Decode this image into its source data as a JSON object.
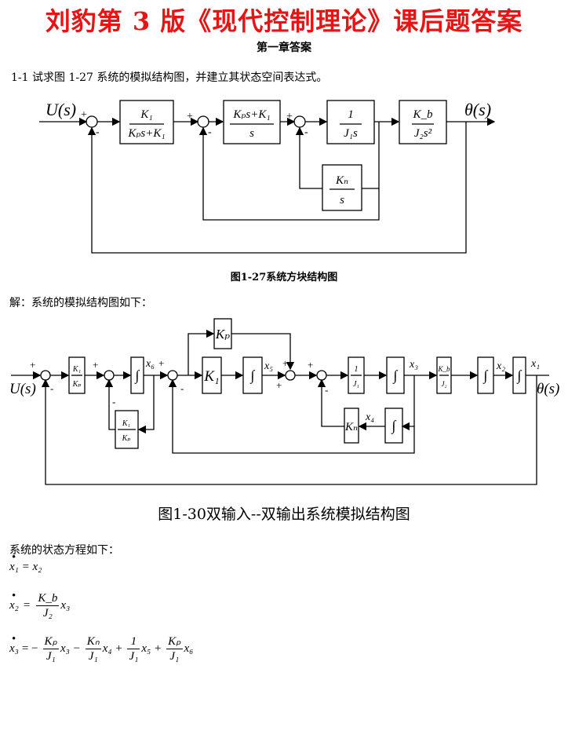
{
  "header": {
    "title": "刘豹第 3 版《现代控制理论》课后题答案",
    "chapter": "第一章答案"
  },
  "problem": {
    "text": "1-1  试求图 1-27 系统的模拟结构图，并建立其状态空间表达式。"
  },
  "fig127": {
    "input": "U(s)",
    "output": "θ(s)",
    "caption": "图1-27系统方块结构图",
    "sign_plus": "+",
    "sign_minus": "-",
    "b1_num": "K₁",
    "b1_den": "Kₚs+K₁",
    "b2_num": "Kₚs+K₁",
    "b2_den": "s",
    "b3_num": "1",
    "b3_den": "J₁s",
    "b4_num": "K_b",
    "b4_den": "J₂s²",
    "b5_num": "Kₙ",
    "b5_den": "s"
  },
  "solution": {
    "intro": "解：系统的模拟结构图如下："
  },
  "fig130": {
    "input": "U(s)",
    "output": "θ(s)",
    "caption": "图1-30双输入--双输出系统模拟结构图",
    "integral": "∫",
    "g1_num": "K₁",
    "g1_den": "Kₚ",
    "g2_num": "K₁",
    "g2_den": "Kₚ",
    "kp": "Kₚ",
    "k1": "K₁",
    "g3_num": "1",
    "g3_den": "J₁",
    "g4_num": "K_b",
    "g4_den": "J₂",
    "kn": "Kₙ",
    "x1": "x₁",
    "x2": "x₂",
    "x3": "x₃",
    "x4": "x₄",
    "x5": "x₅",
    "x6": "x₆"
  },
  "equations": {
    "intro": "系统的状态方程如下：",
    "eq1_lhs": "x₁",
    "eq1_rhs": "= x₂",
    "eq2_lhs": "x₂",
    "eq2_eq": "=",
    "eq2_num": "K_b",
    "eq2_den": "J₂",
    "eq2_tail": "x₃",
    "eq3_lhs": "x₃",
    "eq3_eq": "= −",
    "eq3_f1_num": "Kₚ",
    "eq3_f1_den": "J₁",
    "eq3_t1": "x₃ −",
    "eq3_f2_num": "Kₙ",
    "eq3_f2_den": "J₁",
    "eq3_t2": "x₄ +",
    "eq3_f3_num": "1",
    "eq3_f3_den": "J₁",
    "eq3_t3": "x₅ +",
    "eq3_f4_num": "Kₚ",
    "eq3_f4_den": "J₁",
    "eq3_t4": "x₆"
  }
}
